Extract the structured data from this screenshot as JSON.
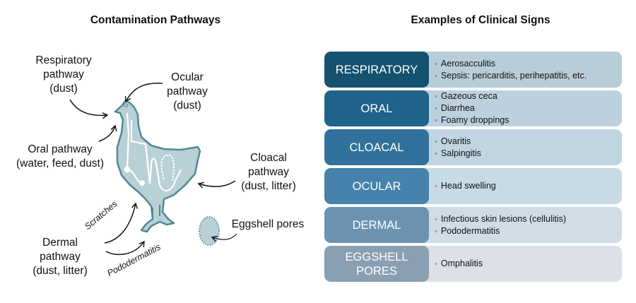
{
  "left_panel": {
    "title": "Contamination Pathways",
    "labels": {
      "respiratory": [
        "Respiratory",
        "pathway",
        "(dust)"
      ],
      "ocular": [
        "Ocular",
        "pathway",
        "(dust)"
      ],
      "oral": [
        "Oral pathway",
        "(water, feed, dust)"
      ],
      "cloacal": [
        "Cloacal",
        "pathway",
        "(dust, litter)"
      ],
      "dermal": [
        "Dermal",
        "pathway",
        "(dust, litter)"
      ],
      "eggshell": "Eggshell pores",
      "scratches": "Scratches",
      "pododermatitis": "Pododermatitis"
    },
    "colors": {
      "body_fill": "#b9d0d6",
      "body_stroke": "#4f8b92",
      "arrow": "#111111"
    }
  },
  "right_panel": {
    "title": "Examples of Clinical Signs",
    "rows": [
      {
        "category": "RESPIRATORY",
        "color": "#14526f",
        "bg": "#b8cdd7",
        "signs": [
          "Aerosacculitis",
          "Sepsis: pericarditis, perihepatitis, etc."
        ]
      },
      {
        "category": "ORAL",
        "color": "#1f628a",
        "bg": "#bcd1dd",
        "signs": [
          "Gazeous ceca",
          "Diarrhea",
          "Foamy droppings"
        ]
      },
      {
        "category": "CLOACAL",
        "color": "#30729b",
        "bg": "#c1d5e1",
        "signs": [
          "Ovaritis",
          "Salpingitis"
        ]
      },
      {
        "category": "OCULAR",
        "color": "#4582ac",
        "bg": "#c8dae5",
        "signs": [
          "Head swelling"
        ]
      },
      {
        "category": "DERMAL",
        "color": "#6b93b1",
        "bg": "#d0dde6",
        "signs": [
          "Infectious skin lesions (cellulitis)",
          "Pododermatitis"
        ]
      },
      {
        "category": "EGGSHELL PORES",
        "category_lines": [
          "EGGSHELL",
          "PORES"
        ],
        "color": "#8a9fb2",
        "bg": "#dbe1e6",
        "signs": [
          "Omphalitis"
        ]
      }
    ]
  }
}
